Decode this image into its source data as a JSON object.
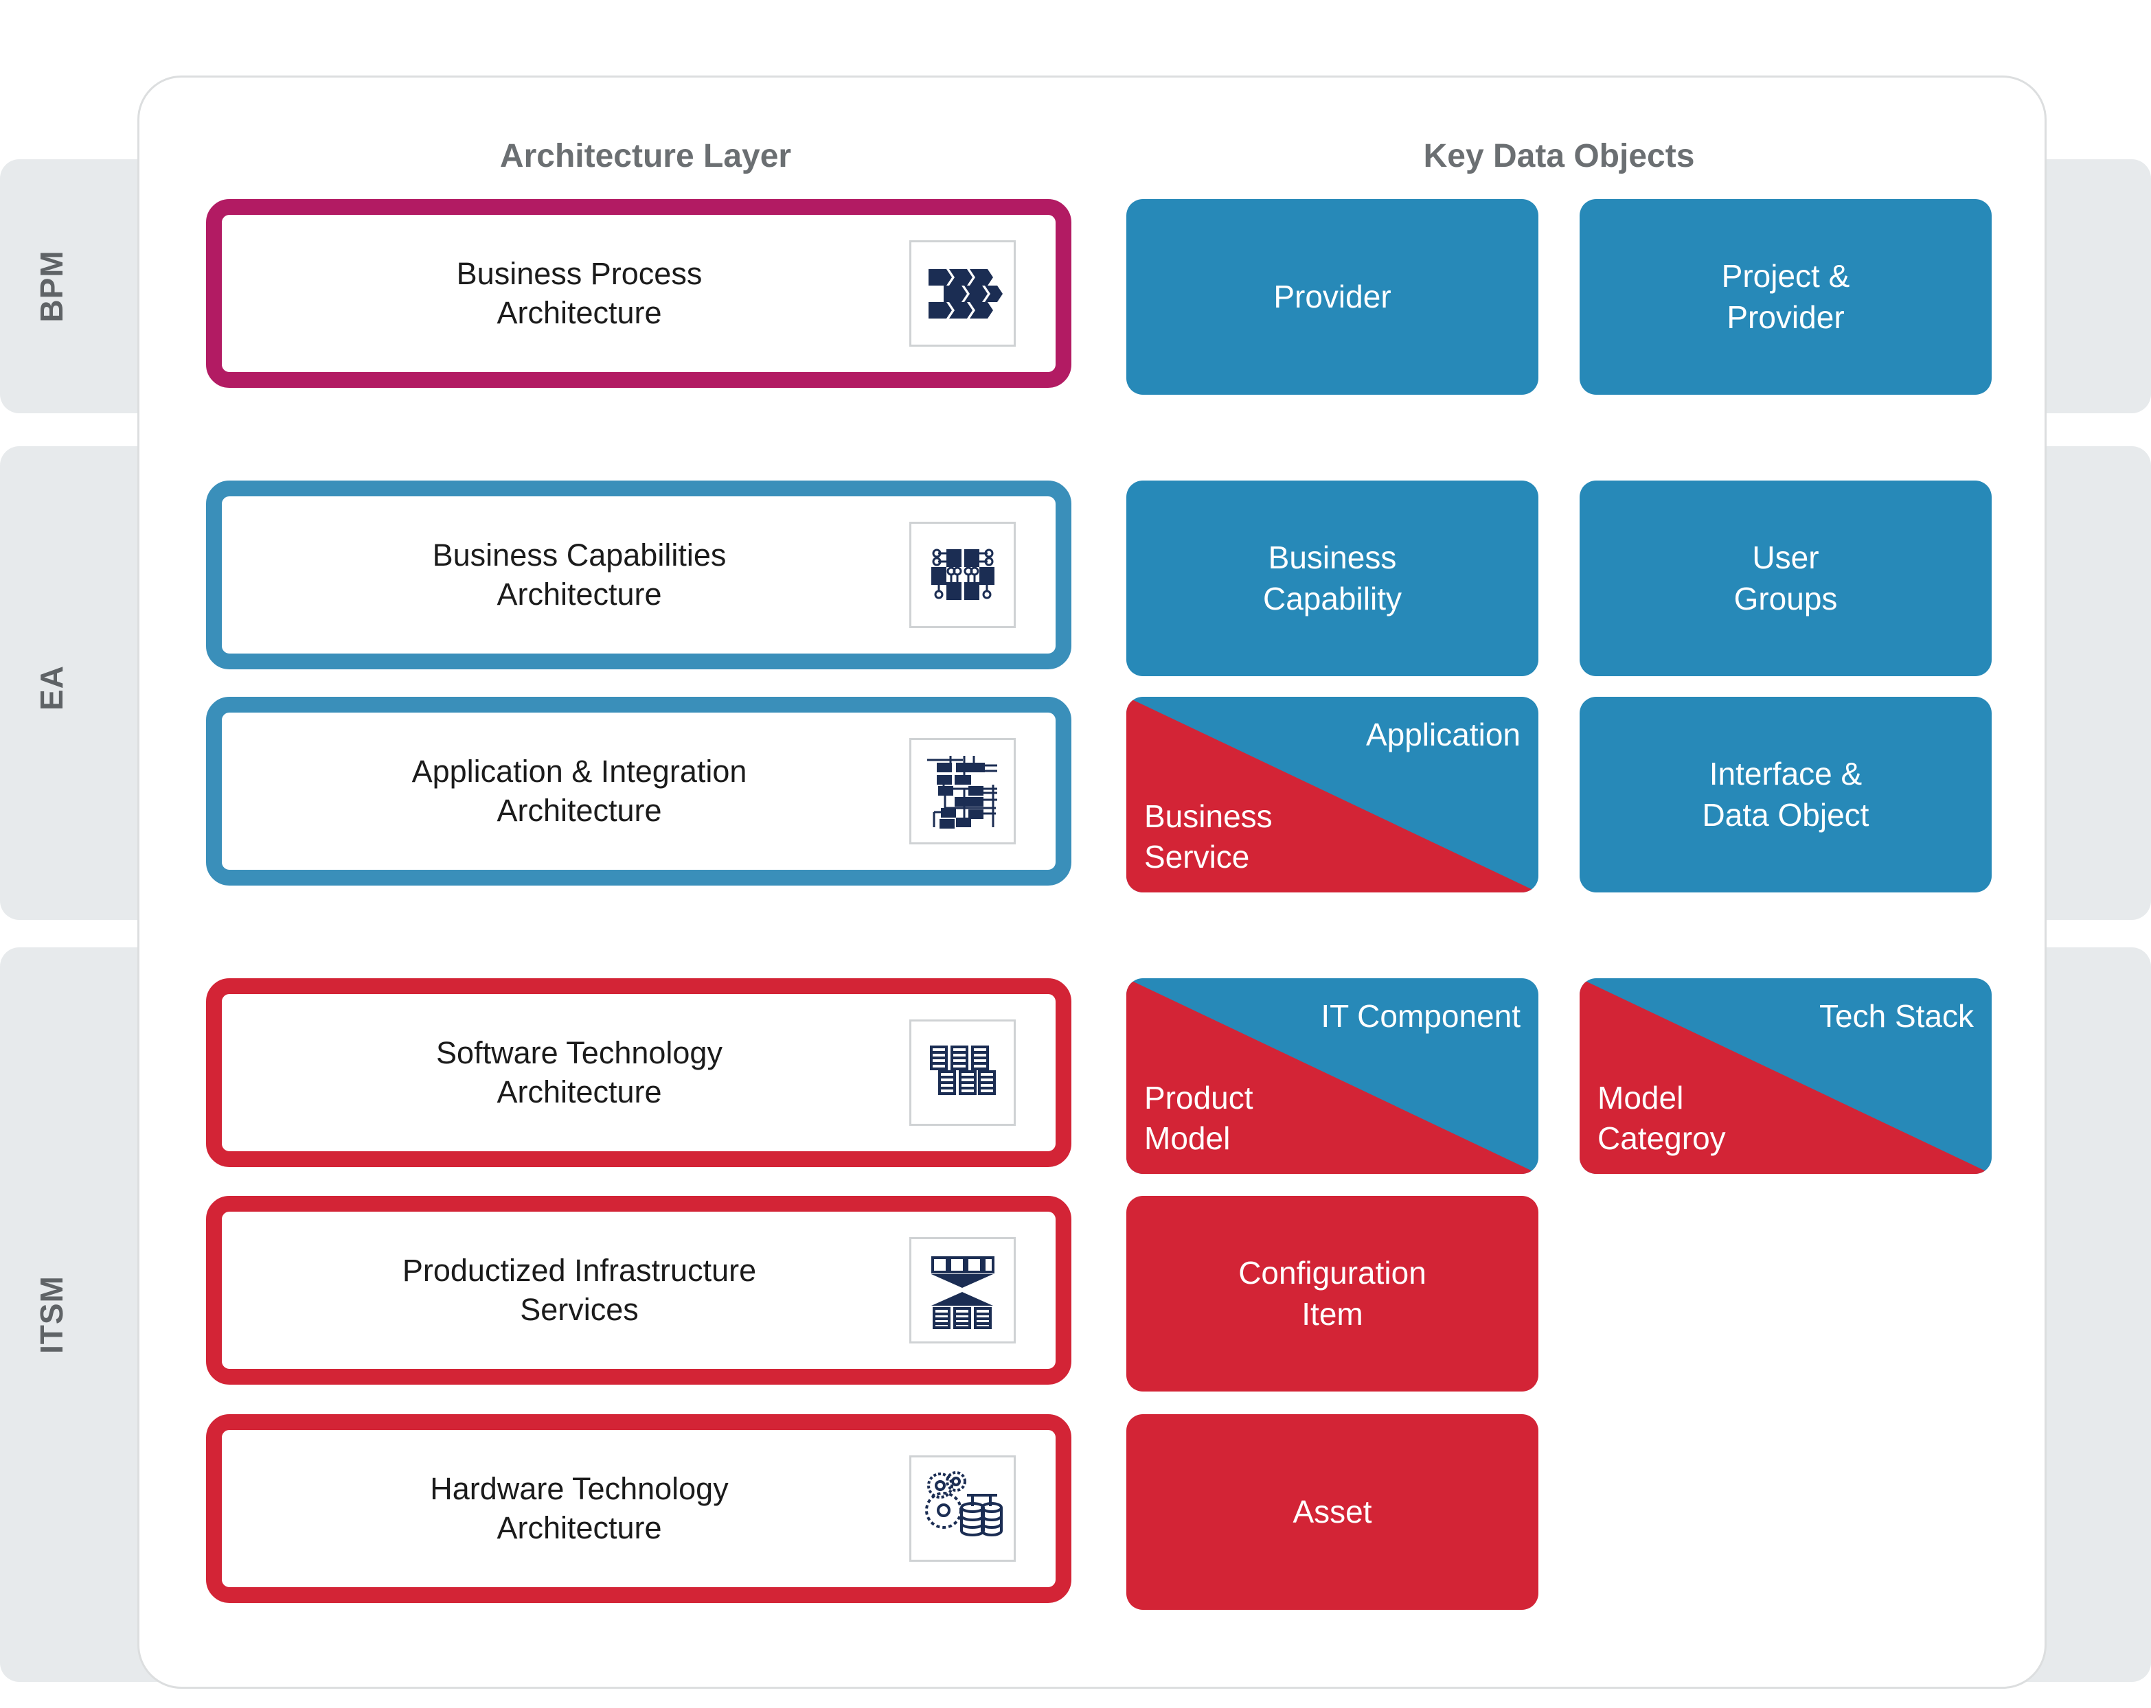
{
  "headers": {
    "architecture_layer": "Architecture Layer",
    "key_data_objects": "Key Data Objects"
  },
  "colors": {
    "magenta": "#b21b63",
    "blue": "#3a8fba",
    "chip_blue": "#2789b8",
    "red": "#d32436",
    "zone_band": "#e7eaec",
    "icon_navy": "#1b2d53",
    "heading_grey": "#6b6f72"
  },
  "zones": [
    {
      "label": "BPM"
    },
    {
      "label": "EA"
    },
    {
      "label": "ITSM"
    }
  ],
  "rows": [
    {
      "zone": "BPM",
      "layer": {
        "label": "Business Process\nArchitecture",
        "border_color": "magenta",
        "icon": "process-flow-icon"
      },
      "objects": [
        {
          "kind": "solid",
          "color": "blue",
          "label": "Provider"
        },
        {
          "kind": "solid",
          "color": "blue",
          "label": "Project &\nProvider"
        }
      ]
    },
    {
      "zone": "EA",
      "layer": {
        "label": "Business Capabilities\nArchitecture",
        "border_color": "blue",
        "icon": "capability-map-icon"
      },
      "objects": [
        {
          "kind": "solid",
          "color": "blue",
          "label": "Business\nCapability"
        },
        {
          "kind": "solid",
          "color": "blue",
          "label": "User\nGroups"
        }
      ]
    },
    {
      "zone": "EA",
      "layer": {
        "label": "Application & Integration\nArchitecture",
        "border_color": "blue",
        "icon": "integration-network-icon"
      },
      "objects": [
        {
          "kind": "split",
          "top_label": "Application",
          "bottom_label": "Business\nService"
        },
        {
          "kind": "solid",
          "color": "blue",
          "label": "Interface &\nData Object"
        }
      ]
    },
    {
      "zone": "ITSM",
      "layer": {
        "label": "Software Technology\nArchitecture",
        "border_color": "red",
        "icon": "software-stack-icon"
      },
      "objects": [
        {
          "kind": "split",
          "top_label": "IT Component",
          "bottom_label": "Product\nModel"
        },
        {
          "kind": "split",
          "top_label": "Tech Stack",
          "bottom_label": "Model\nCategroy"
        }
      ]
    },
    {
      "zone": "ITSM",
      "layer": {
        "label": "Productized Infrastructure\nServices",
        "border_color": "red",
        "icon": "infrastructure-services-icon"
      },
      "objects": [
        {
          "kind": "solid",
          "color": "red",
          "label": "Configuration\nItem"
        }
      ]
    },
    {
      "zone": "ITSM",
      "layer": {
        "label": "Hardware Technology\nArchitecture",
        "border_color": "red",
        "icon": "gears-database-icon"
      },
      "objects": [
        {
          "kind": "solid",
          "color": "red",
          "label": "Asset"
        }
      ]
    }
  ]
}
